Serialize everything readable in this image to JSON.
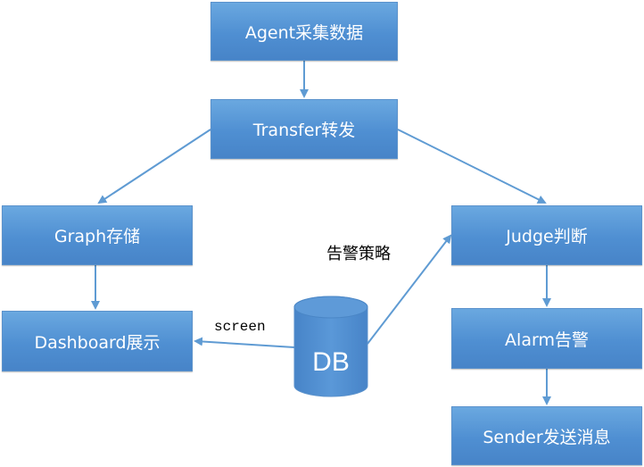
{
  "nodes": {
    "agent": "Agent采集数据",
    "transfer": "Transfer转发",
    "graph": "Graph存储",
    "dashboard": "Dashboard展示",
    "judge": "Judge判断",
    "alarm": "Alarm告警",
    "sender": "Sender发送消息",
    "db": "DB"
  },
  "edge_labels": {
    "strategy": "告警策略",
    "screen": "screen"
  },
  "colors": {
    "box_fill": "#4f8fd2",
    "box_border": "#5b92cc",
    "arrow": "#5f9bd3",
    "text": "#ffffff"
  }
}
